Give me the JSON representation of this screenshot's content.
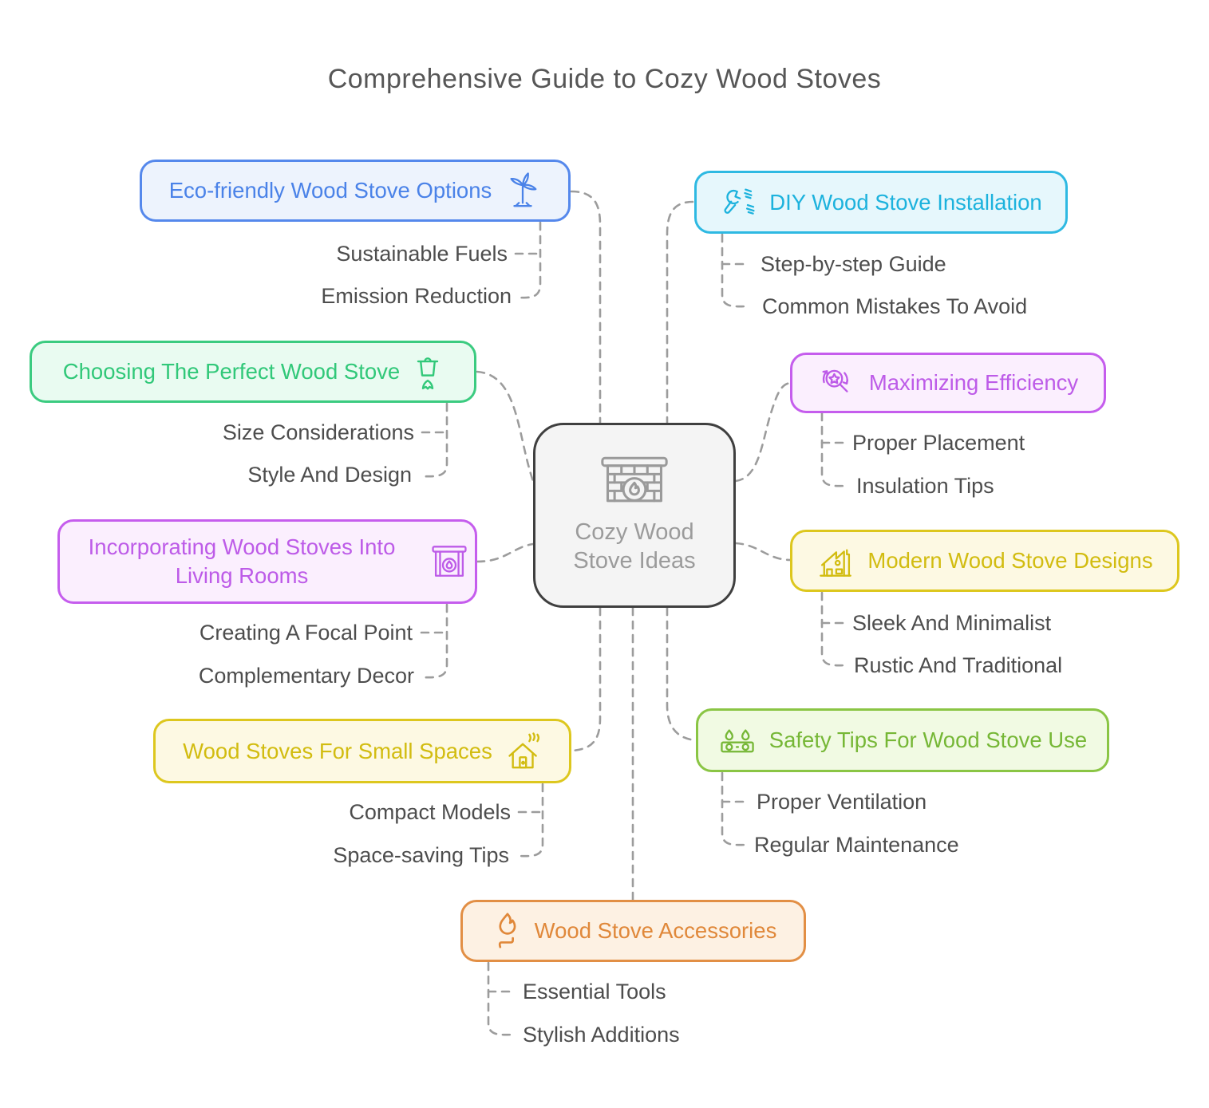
{
  "title": "Comprehensive Guide to Cozy Wood Stoves",
  "center": {
    "label": "Cozy Wood Stove Ideas",
    "icon": "fireplace-brick-icon"
  },
  "colors": {
    "connector": "#9c9c9c",
    "child_text": "#4d4d4d",
    "center_border": "#3f3f3f",
    "center_fill": "#f4f4f4",
    "eco_blue": "#4a82e8",
    "diy_cyan": "#1cb2dd",
    "choosing_green": "#31c879",
    "purple": "#bd5be8",
    "yellow": "#d2bc10",
    "safety_green": "#76b736",
    "accessories_orange": "#e0883a"
  },
  "branches": [
    {
      "id": "eco",
      "label": "Eco-friendly Wood Stove Options",
      "icon": "wind-turbine-icon",
      "children": [
        "Sustainable Fuels",
        "Emission Reduction"
      ]
    },
    {
      "id": "diy",
      "label": "DIY Wood Stove Installation",
      "icon": "wrench-screws-icon",
      "children": [
        "Step-by-step Guide",
        "Common Mistakes To Avoid"
      ]
    },
    {
      "id": "choosing",
      "label": "Choosing The Perfect Wood Stove",
      "icon": "cooking-pot-icon",
      "children": [
        "Size Considerations",
        "Style And Design"
      ]
    },
    {
      "id": "maximizing",
      "label": "Maximizing Efficiency",
      "icon": "search-star-icon",
      "children": [
        "Proper Placement",
        "Insulation Tips"
      ]
    },
    {
      "id": "incorporating",
      "label": "Incorporating Wood Stoves Into Living Rooms",
      "icon": "fireplace-icon",
      "children": [
        "Creating A Focal Point",
        "Complementary Decor"
      ]
    },
    {
      "id": "modern",
      "label": "Modern Wood Stove Designs",
      "icon": "modern-house-icon",
      "children": [
        "Sleek And Minimalist",
        "Rustic And Traditional"
      ]
    },
    {
      "id": "small",
      "label": "Wood Stoves For Small Spaces",
      "icon": "house-heat-icon",
      "children": [
        "Compact Models",
        "Space-saving Tips"
      ]
    },
    {
      "id": "safety",
      "label": "Safety Tips For Wood Stove Use",
      "icon": "stove-burner-icon",
      "children": [
        "Proper Ventilation",
        "Regular Maintenance"
      ]
    },
    {
      "id": "accessories",
      "label": "Wood Stove Accessories",
      "icon": "flame-icon",
      "children": [
        "Essential Tools",
        "Stylish Additions"
      ]
    }
  ]
}
